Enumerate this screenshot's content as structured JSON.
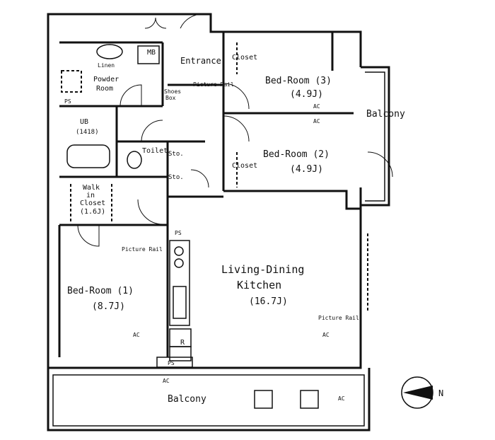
{
  "rooms": {
    "bed3": {
      "name": "Bed-Room (3)",
      "size": "(4.9J)"
    },
    "bed2": {
      "name": "Bed-Room (2)",
      "size": "(4.9J)"
    },
    "bed1": {
      "name": "Bed-Room (1)",
      "size": "(8.7J)"
    },
    "ldk": {
      "name1": "Living-Dining",
      "name2": "Kitchen",
      "size": "(16.7J)"
    },
    "entrance": "Entrance",
    "powder": {
      "l1": "Powder",
      "l2": "Room"
    },
    "ub": {
      "l1": "UB",
      "l2": "(1418)"
    },
    "toilet": "Toilet",
    "wic": {
      "l1": "Walk",
      "l2": "in",
      "l3": "Closet",
      "l4": "(1.6J)"
    },
    "balcony_bottom": "Balcony",
    "balcony_right": "Balcony"
  },
  "labels": {
    "linen": "Linen",
    "mb": "MB",
    "closet": "Closet",
    "shoes1": "Shoes",
    "shoes2": "Box",
    "picture_rail": "Picture Rail",
    "sto": "Sto.",
    "ps": "PS",
    "ac": "AC",
    "r": "R",
    "north": "N"
  }
}
